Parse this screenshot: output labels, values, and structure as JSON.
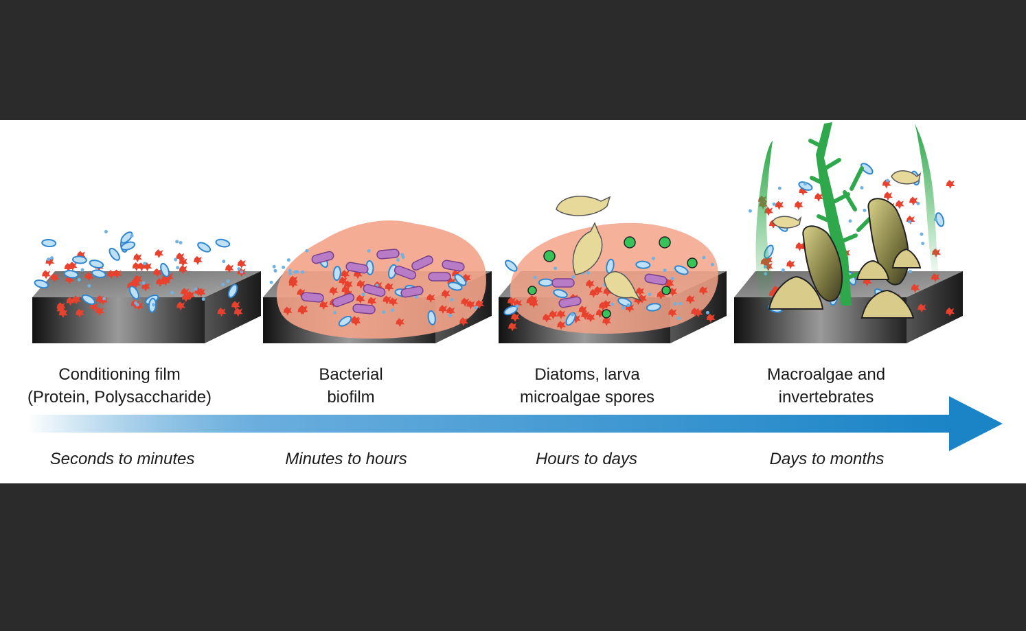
{
  "stages": [
    {
      "id": "conditioning",
      "label": "Conditioning film\n(Protein, Polysaccharide)",
      "time": "Seconds to minutes"
    },
    {
      "id": "bacterial",
      "label": "Bacterial\nbiofilm",
      "time": "Minutes to hours"
    },
    {
      "id": "diatoms",
      "label": "Diatoms, larva\nmicroalgae spores",
      "time": "Hours to days"
    },
    {
      "id": "macro",
      "label": "Macroalgae and\ninvertebrates",
      "time": "Days to months"
    }
  ],
  "colors": {
    "frame": "#2b2b2b",
    "panel": "#ffffff",
    "arrow": "#1a84c6",
    "biofilm": "#f4a38a",
    "slab_top": "#8c8c8c",
    "molecule_red": "#e8412e",
    "molecule_blue": "#2e86d1",
    "bacteria": "#a55fb5",
    "larva": "#e7d99a",
    "algae": "#2ea84a",
    "barnacle": "#d9cc8a"
  }
}
